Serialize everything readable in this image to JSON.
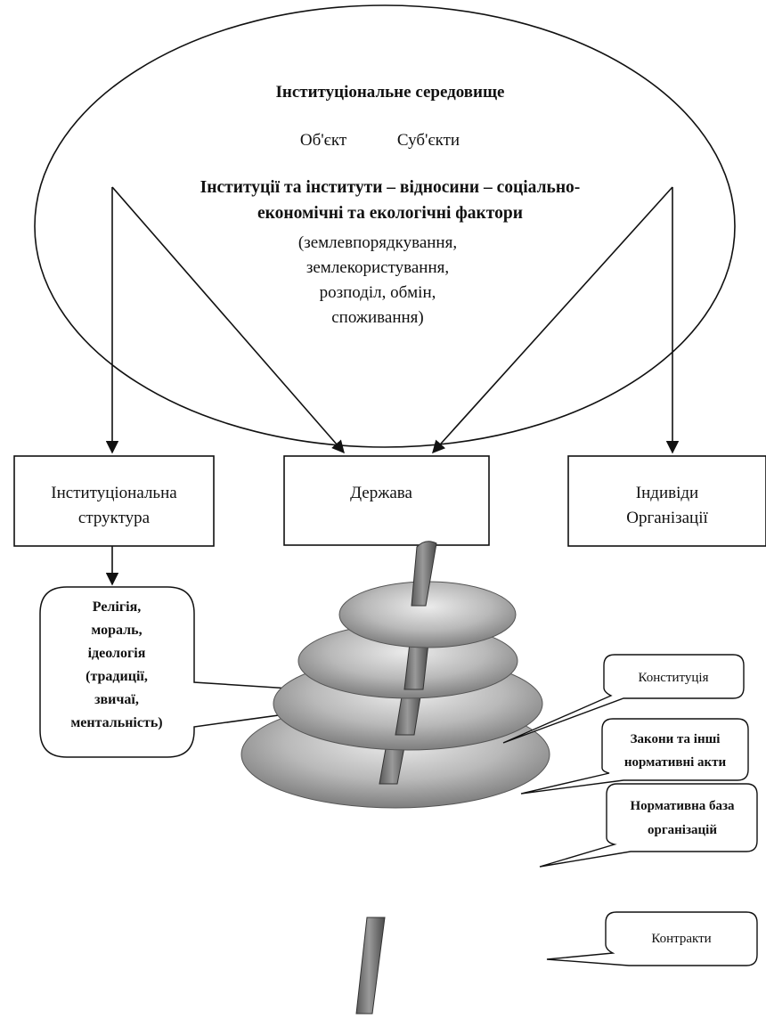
{
  "environment": {
    "title": "Інституціональне середовище",
    "object_label": "Об'єкт",
    "subjects_label": "Суб'єкти",
    "relations_line1": "Інституції та інститути – відносини – соціально-",
    "relations_line2": "економічні та екологічні фактори",
    "activities": [
      "(землевпорядкування,",
      "землекористування,",
      "розподіл, обмін,",
      "споживання)"
    ]
  },
  "boxes": {
    "structure": [
      "Інституціональна",
      "структура"
    ],
    "state": [
      "Держава"
    ],
    "individuals": [
      "Індивіди",
      "Організації"
    ]
  },
  "religion": {
    "lines": [
      "Релігія,",
      "мораль,",
      "ідеологія",
      "(традиції,",
      "звичаї,",
      "ментальність)"
    ]
  },
  "hierarchy": {
    "constitution": [
      "Конституція"
    ],
    "laws": [
      "Закони та інші",
      "нормативні акти"
    ],
    "org_base": [
      "Нормативна база",
      "організацій"
    ],
    "contracts": [
      "Контракти"
    ]
  },
  "colors": {
    "stroke": "#111111",
    "disc_light": "#ececec",
    "disc_dark": "#7a7a7a",
    "rod": "#6e6e6e"
  }
}
